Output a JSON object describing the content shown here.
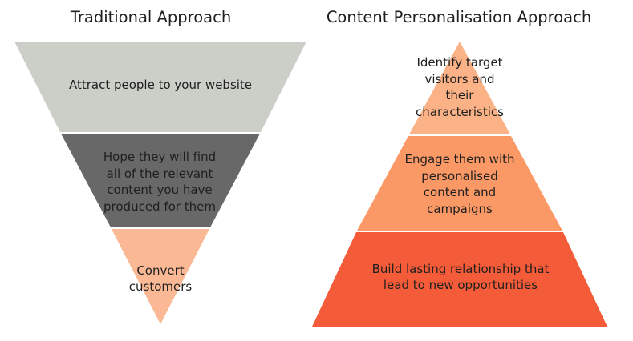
{
  "left": {
    "title": "Traditional Approach",
    "segments": [
      {
        "label": "Attract people to your website",
        "color": "#cbcfc8"
      },
      {
        "label": "Hope they will find\nall of the relevant\ncontent you have\nproduced for them",
        "color": "#686868"
      },
      {
        "label": "Convert\ncustomers",
        "color": "#fbb894"
      }
    ]
  },
  "right": {
    "title": "Content Personalisation Approach",
    "segments": [
      {
        "label": "Identify target\nvisitors and\ntheir\ncharacteristics",
        "color": "#fbb286"
      },
      {
        "label": "Engage them with\npersonalised\ncontent and\ncampaigns",
        "color": "#fb9966"
      },
      {
        "label": "Build lasting relationship that\nlead to new opportunities",
        "color": "#f45b38"
      }
    ]
  }
}
